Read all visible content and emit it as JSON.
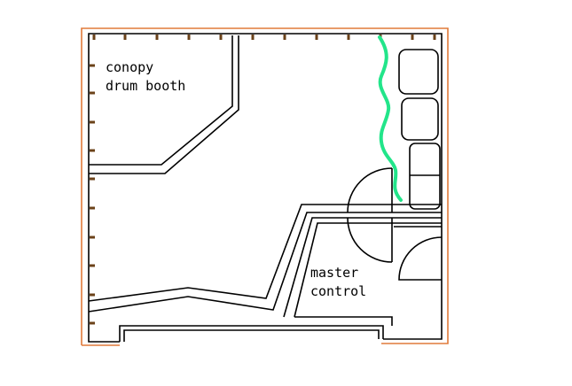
{
  "labels": {
    "booth_line1": "conopy",
    "booth_line2": "drum booth",
    "control_line1": "master",
    "control_line2": "control"
  },
  "colors": {
    "background": "#ffffff",
    "outer_wall": "#e07a3a",
    "walls": "#000000",
    "studs": "#6b4219",
    "curtain": "#22e58a"
  }
}
